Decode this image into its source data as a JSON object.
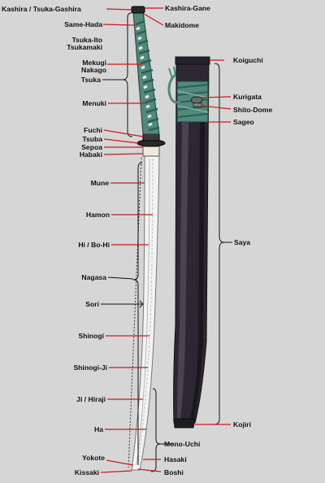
{
  "labels": {
    "kashira": "Kashira / Tsuka-Gashira",
    "kashira_gane": "Kashira-Gane",
    "makidome": "Makidome",
    "same_hada": "Same-Hada",
    "tsuka_ito": "Tsuka-Ito",
    "tsukamaki": "Tsukamaki",
    "mekugi": "Mekugi",
    "nakago": "Nakago",
    "tsuka": "Tsuka",
    "menuki": "Menuki",
    "fuchi": "Fuchi",
    "tsuba": "Tsuba",
    "sepoa": "Sepoa",
    "habaki": "Habaki",
    "mune": "Mune",
    "hamon": "Hamon",
    "hi": "Hi / Bo-Hi",
    "nagasa": "Nagasa",
    "sori": "Sori",
    "shinogi": "Shinogi",
    "shinogi_ji": "Shinogi-Ji",
    "ji": "Ji / Hiraji",
    "ha": "Ha",
    "mono_uchi": "Mono-Uchi",
    "yokote": "Yokote",
    "hasaki": "Hasaki",
    "kissaki": "Kissaki",
    "boshi": "Boshi",
    "koiguchi": "Koiguchi",
    "kurigata": "Kurigata",
    "shito_dome": "Shito-Dome",
    "sageo": "Sageo",
    "saya": "Saya",
    "kojiri": "Kojiri"
  },
  "colors": {
    "background": "#d6d6d6",
    "leader": "#cc1a1a",
    "wrap": "#4f8a7c",
    "saya": "#2a2530",
    "blade": "#f2f2f2"
  }
}
